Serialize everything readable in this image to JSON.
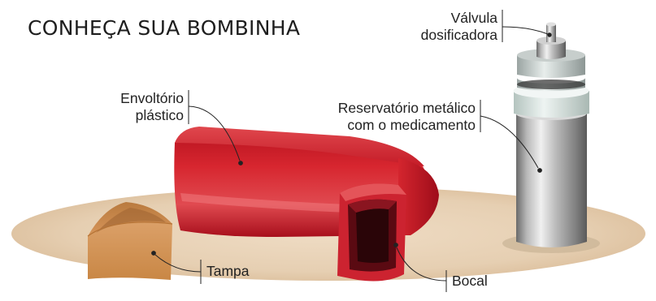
{
  "title": "CONHEÇA SUA BOMBINHA",
  "labels": {
    "valve": [
      "Válvula",
      "dosificadora"
    ],
    "sleeve": [
      "Envoltório",
      "plástico"
    ],
    "reservoir": [
      "Reservatório metálico",
      "com o medicamento"
    ],
    "cap": "Tampa",
    "mouthpiece": "Bocal"
  },
  "colors": {
    "plastic": "#c8202c",
    "cap": "#d6965a",
    "metal": "#9a9a9a",
    "floor": "#e9d5bb",
    "leader": "#222222"
  }
}
